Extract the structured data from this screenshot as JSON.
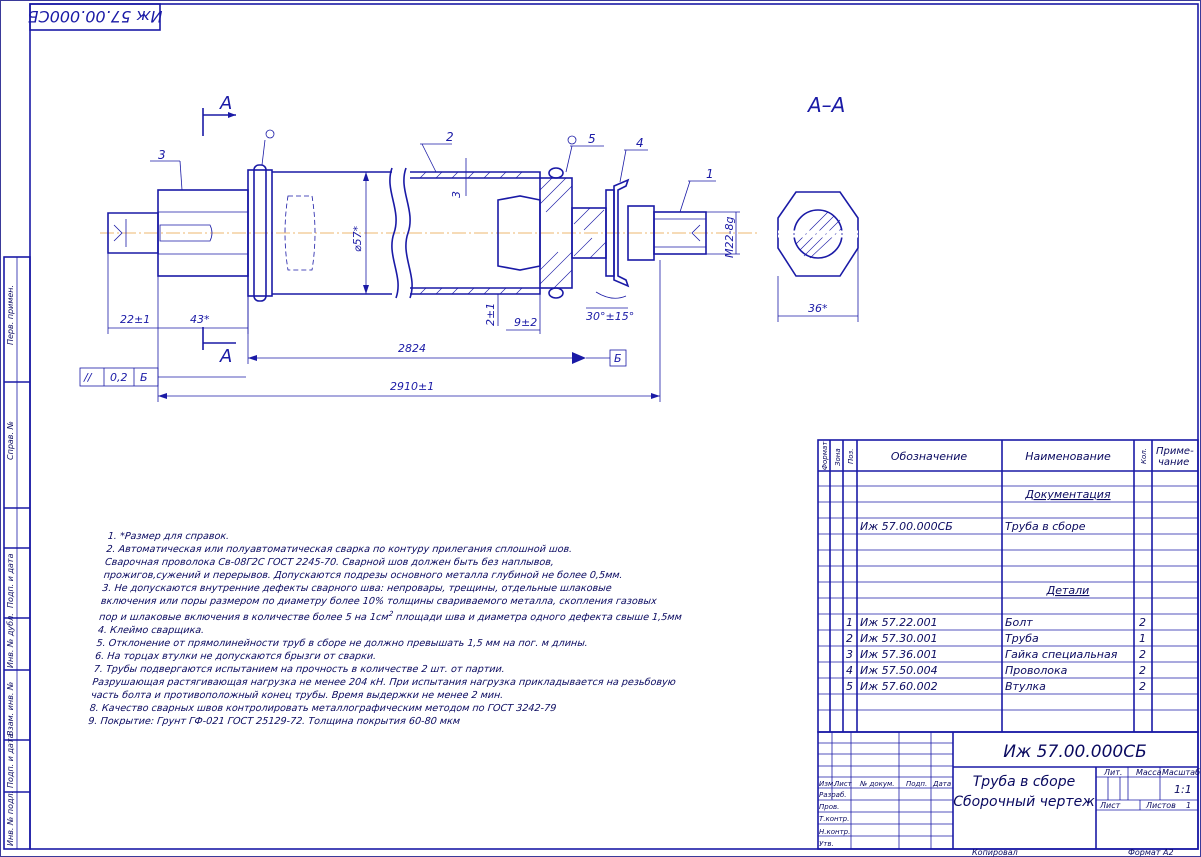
{
  "document": {
    "stamp_code": "Иж 57.00.000СБ",
    "section_label": "А–А",
    "section_mark": "А",
    "copied": "Копировал",
    "format": "Формат   А2"
  },
  "callouts": [
    "3",
    "2",
    "5",
    "4",
    "1"
  ],
  "dimensions": {
    "d1": "22±1",
    "d2": "43*",
    "d3": "2824",
    "d4": "2910±1",
    "d5": "⌀57*",
    "d6": "3",
    "d7": "2±1",
    "d8": "9±2",
    "d9": "30°±15°",
    "d10": "M22-8g",
    "d11": "36*",
    "datum": "Б",
    "tolerance_value": "0,2",
    "tolerance_symbol": "//"
  },
  "notes": [
    "1. *Размер для справок.",
    "2. Автоматическая или полуавтоматическая сварка по контуру прилегания сплошной шов.",
    "Сварочная проволока Св-08Г2С ГОСТ 2245-70. Сварной шов должен быть без наплывов,",
    "прожигов,сужений и перерывов. Допускаются подрезы основного металла глубиной не более 0,5мм.",
    "3. Не допускаются внутренние дефекты сварного шва: непровары, трещины, отдельные шлаковые",
    "включения или поры размером по диаметру более 10% толщины свариваемого металла, скопления газовых",
    "пор и шлаковые включения в количестве более 5 на 1см",
    "площади шва и диаметра одного дефекта свыше 1,5мм",
    "4. Клеймо сварщика.",
    "5. Отклонение от прямолинейности труб в сборе не должно превышать 1,5 мм на пог. м длины.",
    "6. На торцах втулки не допускаются брызги от сварки.",
    "7. Трубы подвергаются испытанием на прочность в количестве 2 шт. от партии.",
    "Разрушающая растягивающая нагрузка не менее 204 кН. При испытания нагрузка прикладывается на резьбовую",
    "часть болта и противоположный конец трубы. Время выдержки не менее 2 мин.",
    "8. Качество сварных швов контролировать металлографическим методом по ГОСТ 3242-79",
    "9. Покрытие: Грунт ГФ-021 ГОСТ 25129-72. Толщина покрытия 60-80 мкм"
  ],
  "notes_sup": "2",
  "spec": {
    "headers": {
      "format": "Формат",
      "zone": "Зона",
      "pos": "Поз.",
      "designation": "Обозначение",
      "name": "Наименование",
      "qty": "Кол.",
      "note1": "Приме-",
      "note2": "чание"
    },
    "section_docs": "Документация",
    "doc_designation": "Иж 57.00.000СБ",
    "doc_name": "Труба в сборе",
    "section_parts": "Детали",
    "rows": [
      {
        "pos": "1",
        "designation": "Иж 57.22.001",
        "name": "Болт",
        "qty": "2"
      },
      {
        "pos": "2",
        "designation": "Иж 57.30.001",
        "name": "Труба",
        "qty": "1"
      },
      {
        "pos": "3",
        "designation": "Иж 57.36.001",
        "name": "Гайка специальная",
        "qty": "2"
      },
      {
        "pos": "4",
        "designation": "Иж 57.50.004",
        "name": "Проволока",
        "qty": "2"
      },
      {
        "pos": "5",
        "designation": "Иж 57.60.002",
        "name": "Втулка",
        "qty": "2"
      }
    ]
  },
  "title_block": {
    "code": "Иж 57.00.000СБ",
    "title1": "Труба в сборе",
    "title2": "Сборочный чертеж",
    "lit": "Лит.",
    "mass": "Масса",
    "scale": "Масштаб",
    "scale_value": "1:1",
    "sheet": "Лист",
    "sheets": "Листов",
    "sheets_value": "1",
    "cols": [
      "Изм.",
      "Лист",
      "№ докум.",
      "Подп.",
      "Дата"
    ],
    "roles": [
      "Разраб.",
      "Пров.",
      "Т.контр.",
      "Н.контр.",
      "Утв."
    ]
  },
  "side_labels": [
    "Перв. примен.",
    "Справ. №",
    "Подп. и дата",
    "Инв. № дубл.",
    "Взам. инв. №",
    "Подп. и дата",
    "Инв. № подл."
  ]
}
